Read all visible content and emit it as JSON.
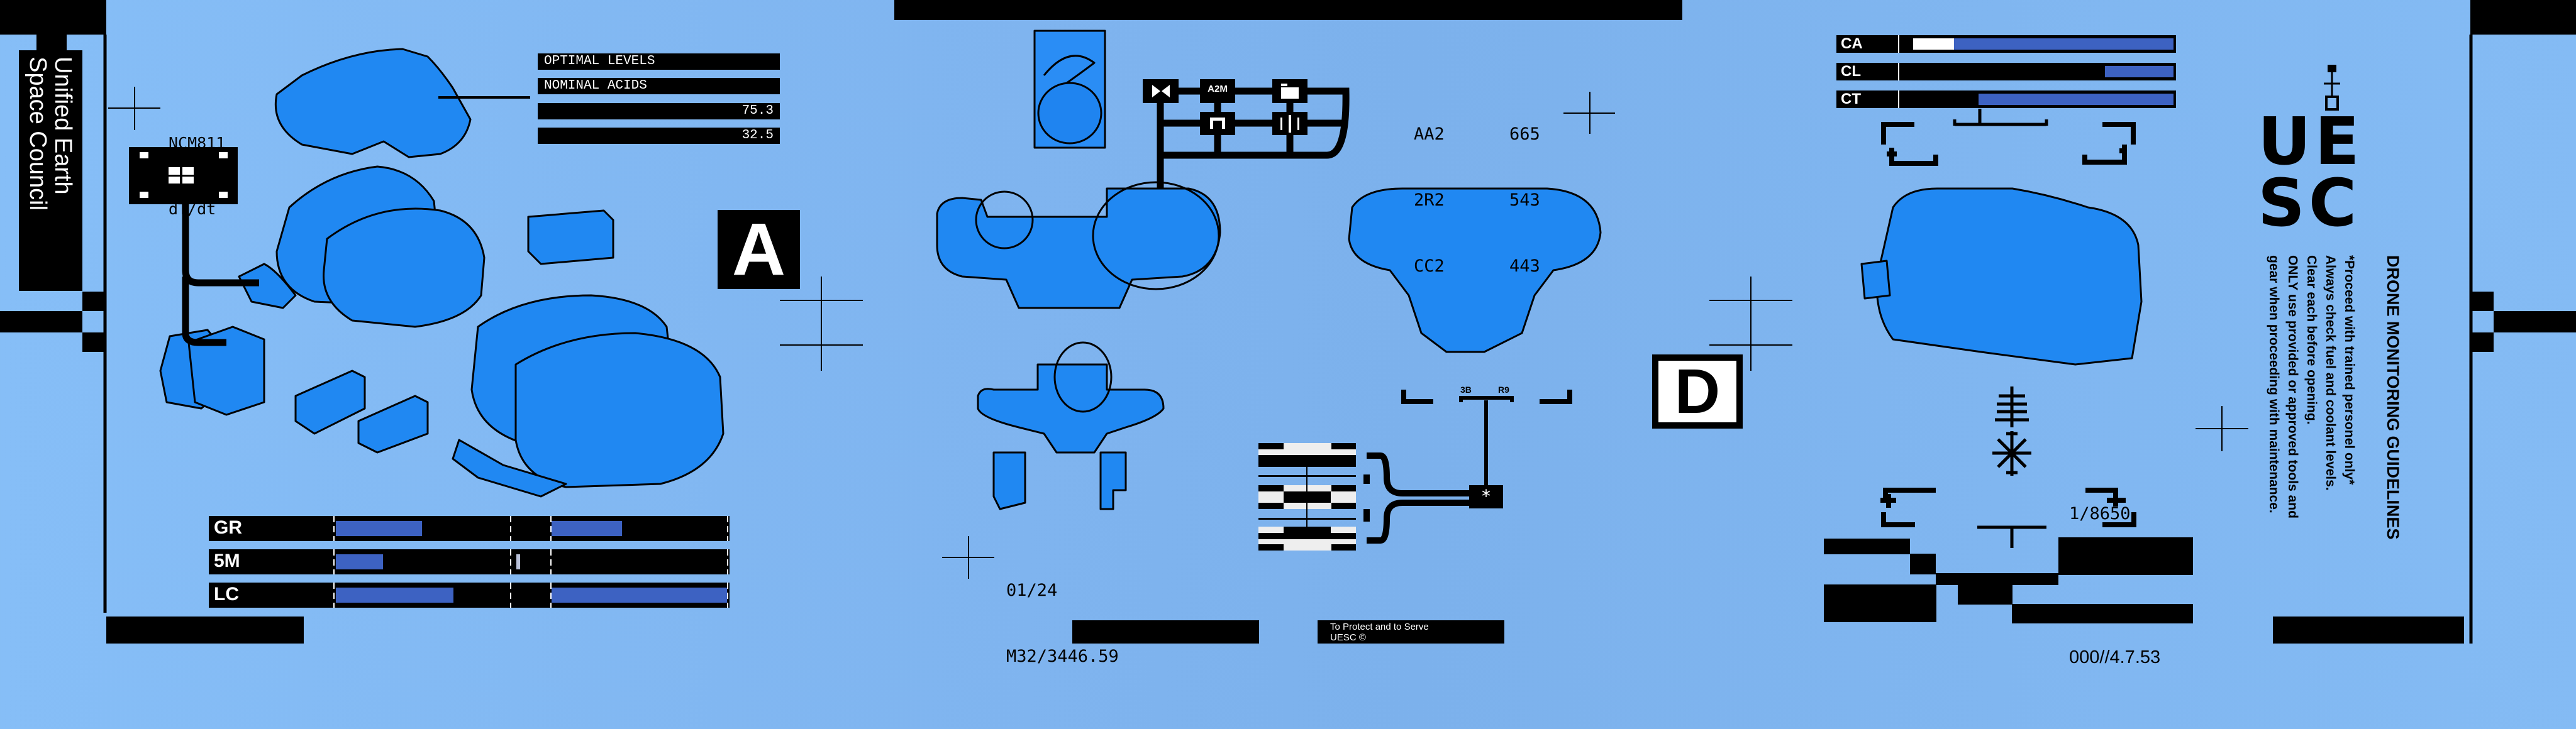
{
  "org": {
    "name_line1": "Unified Earth",
    "name_line2": "Space Council",
    "logo_text": "UESC"
  },
  "left_readout": {
    "line1": "NCM811",
    "line2": "dT/dt"
  },
  "status_tags": [
    {
      "label": "OPTIMAL LEVELS"
    },
    {
      "label": "NOMINAL ACIDS"
    },
    {
      "label": "75.3"
    },
    {
      "label": "32.5"
    }
  ],
  "section_letters": {
    "a": "A",
    "d": "D"
  },
  "gauge_bars_left": [
    {
      "label": "GR",
      "segments": [
        [
          0,
          0.49
        ],
        [
          0,
          0.4
        ]
      ],
      "marker": null
    },
    {
      "label": "5M",
      "segments": [
        [
          0,
          0.27
        ],
        [
          0,
          0
        ]
      ],
      "marker": 0.03
    },
    {
      "label": "LC",
      "segments": [
        [
          0,
          0.67
        ],
        [
          0,
          1.0
        ]
      ],
      "marker": null
    }
  ],
  "gauge_bars_right": [
    {
      "label": "CA",
      "white": [
        0.05,
        0.2
      ],
      "blue": [
        0.2,
        1.0
      ]
    },
    {
      "label": "CL",
      "white": null,
      "blue": [
        0.75,
        1.0
      ]
    },
    {
      "label": "CT",
      "white": null,
      "blue": [
        0.29,
        1.0
      ]
    }
  ],
  "circuit": {
    "node_label": "A2M"
  },
  "codes": [
    {
      "code": "AA2",
      "value": "665"
    },
    {
      "code": "2R2",
      "value": "543"
    },
    {
      "code": "CC2",
      "value": "443"
    }
  ],
  "center_readout": {
    "line1": "01/24",
    "line2": "M32/3446.59"
  },
  "bracket_labels": {
    "left": "3B",
    "right": "R9"
  },
  "footer": {
    "motto": "To Protect and to Serve",
    "copyright": "UESC ©"
  },
  "right_readout": {
    "line1": "1/8650",
    "line2": "000//4.7.53"
  },
  "guidelines": {
    "title": "DRONE  MONITORING GUIDELINES",
    "lines": [
      "*Proceed with trained personel only*",
      "Always check fuel and coolant levels.",
      "Clear each before opening.",
      "ONLY use provided or approved tools and",
      "gear when proceeding with maintenance."
    ]
  },
  "colors": {
    "background": "#84bcf5",
    "drone": "#2088f2",
    "bar_fill": "#3d62c2"
  }
}
